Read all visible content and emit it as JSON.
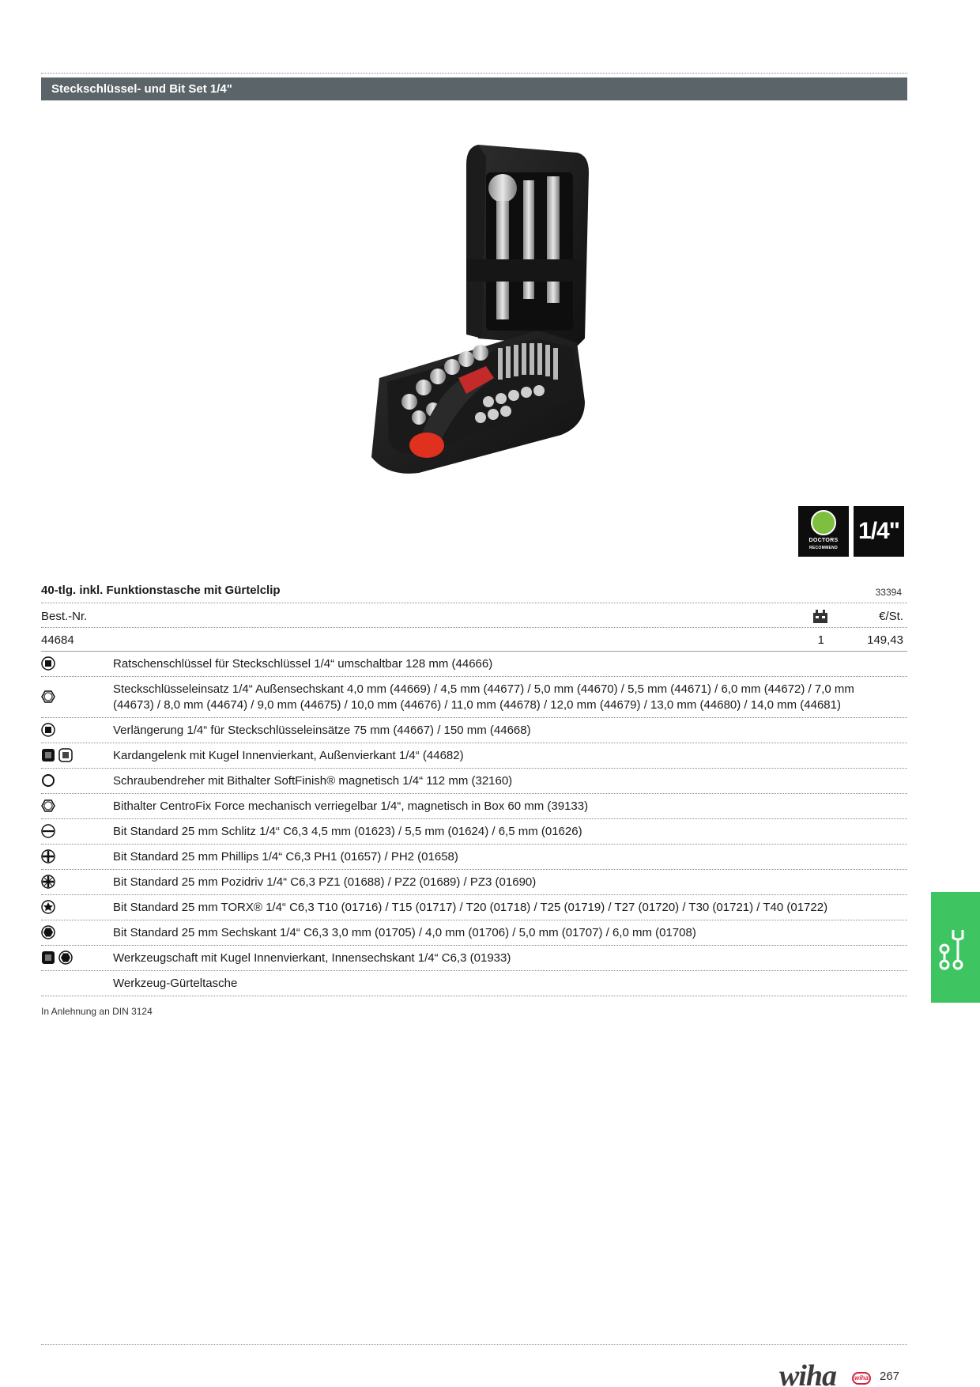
{
  "section": {
    "title": "Steckschlüssel- und Bit Set 1/4\""
  },
  "badges": {
    "doctors_line1": "DOCTORS",
    "doctors_line2": "RECOMMEND",
    "size": "1/4\""
  },
  "product": {
    "title": "40-tlg. inkl. Funktionstasche mit Gürtelclip",
    "code": "33394"
  },
  "order_table": {
    "headers": {
      "order_no": "Best.-Nr.",
      "pack_icon": "package-icon",
      "price_unit": "€/St."
    },
    "row": {
      "order_no": "44684",
      "quantity": "1",
      "price": "149,43"
    }
  },
  "items": [
    {
      "icons": [
        "square-drive-icon"
      ],
      "text": "Ratschenschlüssel für Steckschlüssel 1/4“ umschaltbar 128 mm (44666)"
    },
    {
      "icons": [
        "hex-socket-icon"
      ],
      "text": "Steckschlüsseleinsatz 1/4“ Außensechskant 4,0 mm (44669) / 4,5 mm (44677) / 5,0 mm (44670) / 5,5 mm (44671) / 6,0 mm (44672) / 7,0 mm (44673) / 8,0 mm (44674) / 9,0 mm (44675) / 10,0 mm (44676) / 11,0 mm (44678) / 12,0 mm (44679) / 13,0 mm (44680) / 14,0 mm (44681)"
    },
    {
      "icons": [
        "square-drive-icon"
      ],
      "text": "Verlängerung 1/4“ für Steckschlüsseleinsätze 75 mm (44667) / 150 mm (44668)"
    },
    {
      "icons": [
        "square-drive-filled-icon",
        "square-drive-outline-icon"
      ],
      "text": "Kardangelenk mit Kugel Innenvierkant, Außenvierkant 1/4“ (44682)"
    },
    {
      "icons": [
        "open-circle-icon"
      ],
      "text": "Schraubendreher mit Bithalter SoftFinish® magnetisch 1/4“ 112 mm (32160)"
    },
    {
      "icons": [
        "hex-socket-icon"
      ],
      "text": "Bithalter CentroFix Force mechanisch verriegelbar 1/4“, magnetisch in Box 60 mm (39133)"
    },
    {
      "icons": [
        "slotted-icon"
      ],
      "text": "Bit Standard 25 mm Schlitz 1/4“ C6,3 4,5 mm (01623) / 5,5 mm (01624) / 6,5 mm (01626)"
    },
    {
      "icons": [
        "phillips-icon"
      ],
      "text": "Bit Standard 25 mm Phillips 1/4“ C6,3 PH1 (01657) / PH2 (01658)"
    },
    {
      "icons": [
        "pozidriv-icon"
      ],
      "text": "Bit Standard 25 mm Pozidriv 1/4“ C6,3 PZ1 (01688) / PZ2 (01689) / PZ3 (01690)"
    },
    {
      "icons": [
        "torx-icon"
      ],
      "text": "Bit Standard 25 mm TORX® 1/4“ C6,3 T10 (01716) / T15 (01717) / T20 (01718) / T25 (01719) / T27 (01720) / T30 (01721) / T40 (01722)"
    },
    {
      "icons": [
        "hex-bit-icon"
      ],
      "text": "Bit Standard 25 mm Sechskant 1/4“ C6,3 3,0 mm (01705) / 4,0 mm (01706) / 5,0 mm (01707) / 6,0 mm (01708)"
    },
    {
      "icons": [
        "square-drive-filled-icon",
        "hex-bit-icon"
      ],
      "text": "Werkzeugschaft mit Kugel Innenvierkant, Innensechskant 1/4“ C6,3 (01933)"
    },
    {
      "icons": [],
      "text": "Werkzeug-Gürteltasche"
    }
  ],
  "footnote": "In Anlehnung an DIN 3124",
  "footer": {
    "brand": "wiha",
    "brand_mark": "wiha",
    "page_number": "267"
  },
  "colors": {
    "header_bar": "#5b6468",
    "side_tab": "#3fc462",
    "brand_red": "#d4213d"
  }
}
